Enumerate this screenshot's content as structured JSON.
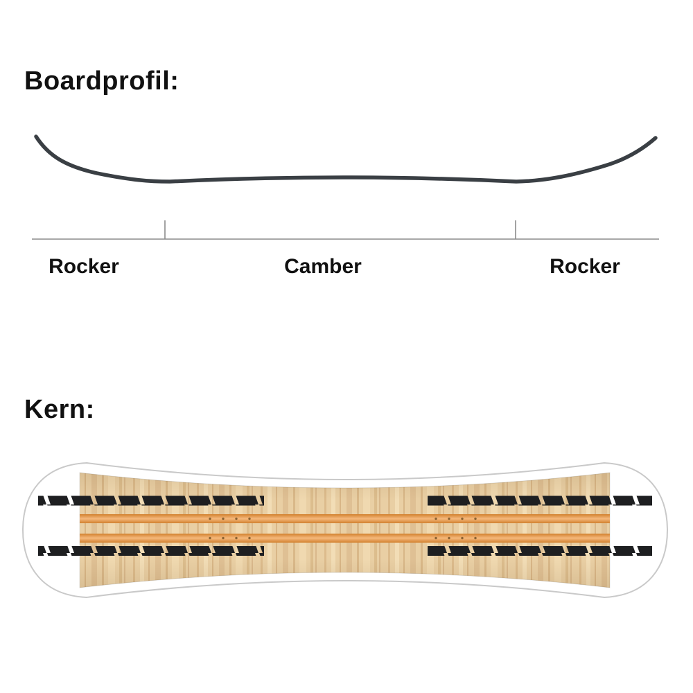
{
  "sections": {
    "profile": {
      "title": "Boardprofil:",
      "labels": [
        "Rocker",
        "Camber",
        "Rocker"
      ]
    },
    "core": {
      "title": "Kern:"
    }
  },
  "diagram": {
    "type": "snowboard-profile-and-core",
    "profile_zones": [
      "Rocker",
      "Camber",
      "Rocker"
    ]
  },
  "colors": {
    "text": "#111111",
    "profile-line": "#3a3f44",
    "baseline": "#8c8c8c",
    "board-outline": "#c9c9c9",
    "wood-base": "#e9cfa4",
    "stripe-orange": "#e8953f",
    "stringer-black": "#1e1f21"
  }
}
